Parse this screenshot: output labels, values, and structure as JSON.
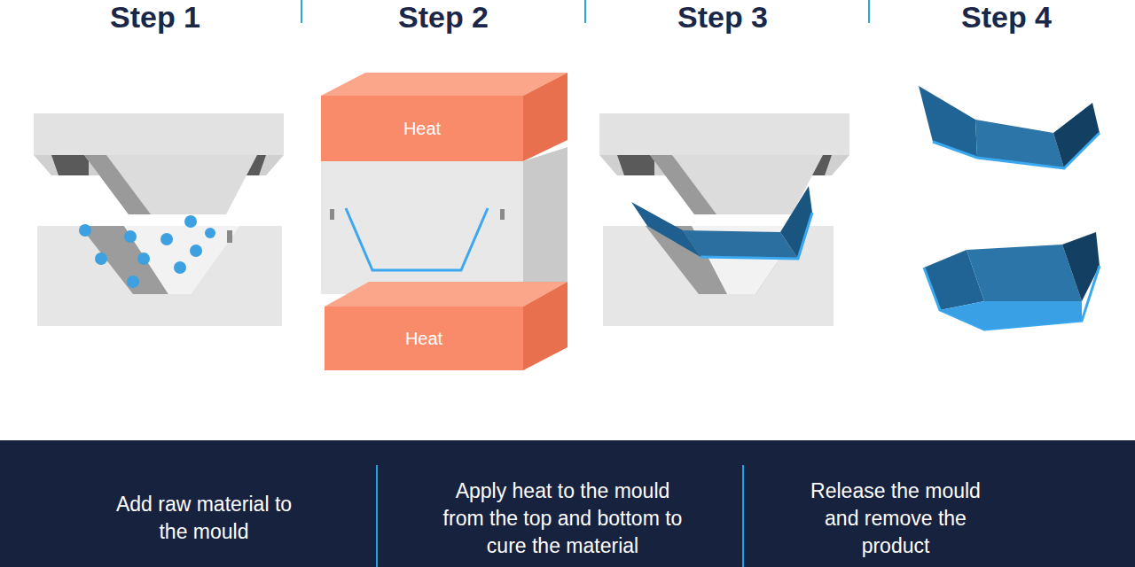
{
  "diagram": {
    "nodes": [
      {
        "text": [
          "Heat"
        ]
      },
      {
        "text": [
          "Heat"
        ]
      },
      {
        "text": [
          "Add raw material to the mould",
          "Apply heat to the mould from the top and bottom to cure the material",
          "Release the mould and remove the product"
        ]
      }
    ],
    "labels": [
      "Step 1",
      "Step 2",
      "Step 3",
      "Step 4"
    ]
  }
}
